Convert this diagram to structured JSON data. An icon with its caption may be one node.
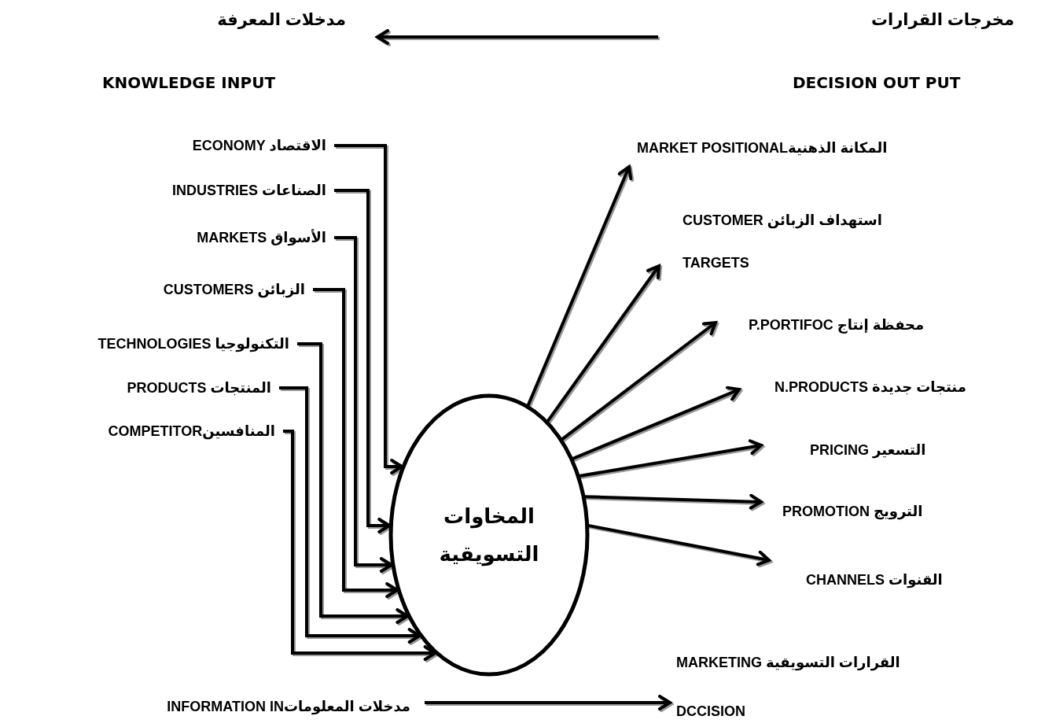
{
  "diagram": {
    "nodes": [
      {
        "text": [
          "مخرجات القرارات",
          "DECISION OUT PUT"
        ]
      },
      {
        "text": [
          "مدخلات المعرفة",
          "KNOWLEDGE INPUT"
        ]
      },
      {
        "text": [
          "ECONOMY الاقتصاد"
        ]
      },
      {
        "text": [
          "INDUSTRIES الصناعات"
        ]
      },
      {
        "text": [
          "MARKETS الأسواق"
        ]
      },
      {
        "text": [
          "CUSTOMERS الزبائن"
        ]
      },
      {
        "text": [
          "TECHNOLOGIES التكنولوجيا"
        ]
      },
      {
        "text": [
          "PRODUCTS المنتجات"
        ]
      },
      {
        "text": [
          "COMPETITORالمنافسين"
        ]
      },
      {
        "text": [
          "المخاوات التسويقية"
        ]
      },
      {
        "text": [
          "MARKET POSITIONALالمكانة الذهنية"
        ]
      },
      {
        "text": [
          "CUSTOMER استهداف الزبائن",
          "TARGETS"
        ]
      },
      {
        "text": [
          "P.PORTIFOC محفظة إنتاج"
        ]
      },
      {
        "text": [
          "N.PRODUCTS منتجات جديدة"
        ]
      },
      {
        "text": [
          "PRICING التسعير"
        ]
      },
      {
        "text": [
          "PROMOTION الترويج"
        ]
      },
      {
        "text": [
          "CHANNELS القنوات"
        ]
      },
      {
        "text": [
          "INFORMATION INمدخلات المعلومات"
        ]
      },
      {
        "text": [
          "MARKETING القرارات التسويقية",
          "DCCISION"
        ]
      }
    ],
    "edges": [
      {
        "from": 2,
        "to": 9,
        "arrow": "to"
      },
      {
        "from": 3,
        "to": 9,
        "arrow": "to"
      },
      {
        "from": 4,
        "to": 9,
        "arrow": "to"
      },
      {
        "from": 5,
        "to": 9,
        "arrow": "to"
      },
      {
        "from": 6,
        "to": 9,
        "arrow": "to"
      },
      {
        "from": 7,
        "to": 9,
        "arrow": "to"
      },
      {
        "from": 8,
        "to": 9,
        "arrow": "to"
      },
      {
        "from": 9,
        "to": 10,
        "arrow": "to"
      },
      {
        "from": 9,
        "to": 11,
        "arrow": "to"
      },
      {
        "from": 9,
        "to": 12,
        "arrow": "to"
      },
      {
        "from": 9,
        "to": 13,
        "arrow": "to"
      },
      {
        "from": 9,
        "to": 14,
        "arrow": "to"
      },
      {
        "from": 9,
        "to": 15,
        "arrow": "to"
      },
      {
        "from": 9,
        "to": 16,
        "arrow": "to"
      },
      {
        "from": 17,
        "to": 18,
        "arrow": "to"
      }
    ]
  }
}
